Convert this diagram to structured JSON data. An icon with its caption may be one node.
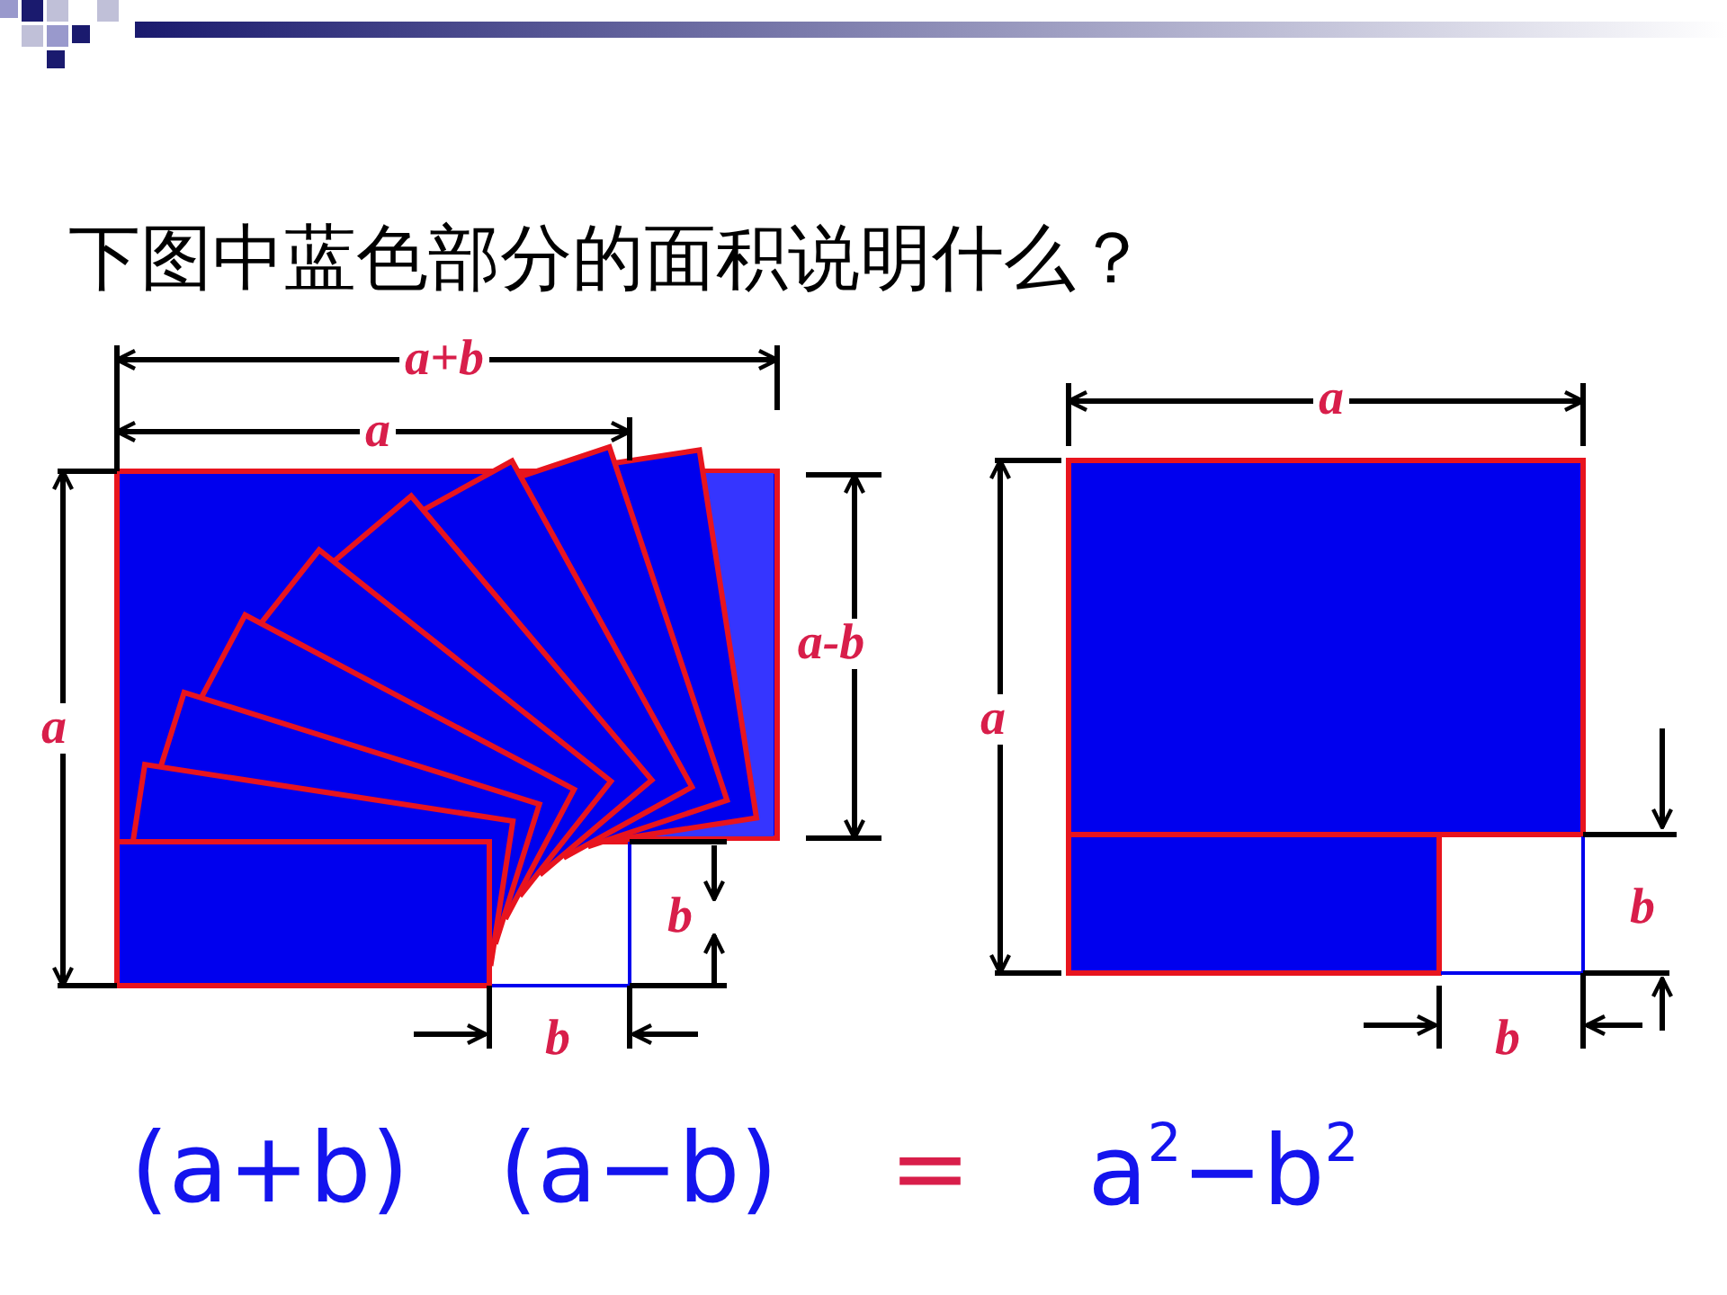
{
  "diagram": {
    "title": "下图中蓝色部分的面积说明什么？",
    "labels": [
      "a+b",
      "a",
      "a-b",
      "a",
      "b",
      "b",
      "a",
      "a",
      "b",
      "b",
      "(a+b)",
      "(a−b)",
      "=",
      "a$^{2}$−b$^{2}$"
    ]
  }
}
